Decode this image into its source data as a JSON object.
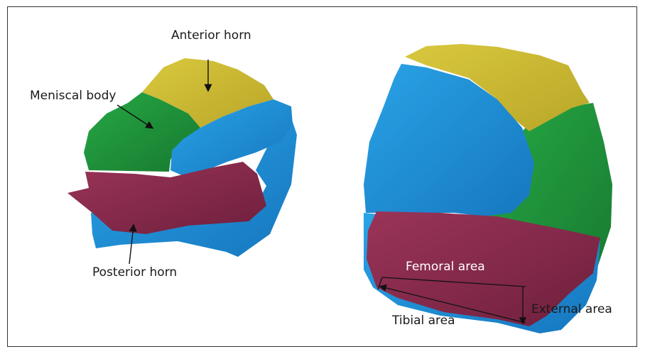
{
  "figure": {
    "left_model": {
      "labels": {
        "anterior_horn": "Anterior horn",
        "meniscal_body": "Meniscal body",
        "posterior_horn": "Posterior horn"
      }
    },
    "right_model": {
      "labels": {
        "femoral_area": "Femoral area",
        "external_area": "External area",
        "tibial_area": "Tibial area"
      }
    },
    "colors": {
      "anterior_horn": "#d4c23a",
      "meniscal_body": "#1e9a3c",
      "blue_region": "#1b8fd6",
      "posterior_horn": "#8a2a4e",
      "arrow": "#111111"
    }
  }
}
